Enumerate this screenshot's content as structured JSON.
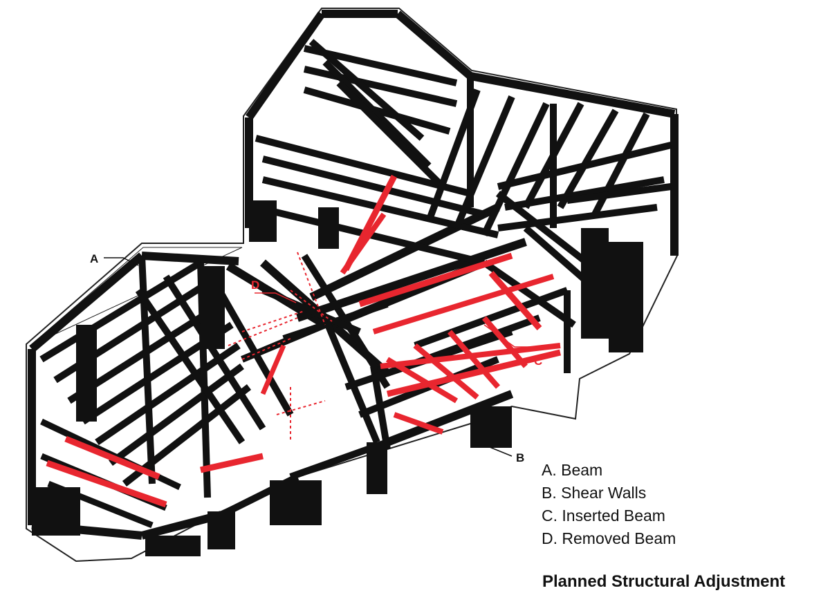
{
  "diagram": {
    "title": "Planned Structural Adjustment",
    "callouts": [
      {
        "id": "a",
        "letter": "A",
        "color": "#111111"
      },
      {
        "id": "b",
        "letter": "B",
        "color": "#111111"
      },
      {
        "id": "c",
        "letter": "C",
        "color": "#e8262f"
      },
      {
        "id": "d",
        "letter": "D",
        "color": "#e8262f"
      }
    ],
    "legend": [
      {
        "letter": "A",
        "label": "A. Beam"
      },
      {
        "letter": "B",
        "label": "B. Shear Walls"
      },
      {
        "letter": "C",
        "label": "C. Inserted Beam"
      },
      {
        "letter": "D",
        "label": "D. Removed Beam"
      }
    ],
    "colors": {
      "structure": "#111111",
      "inserted_beam": "#e8262f",
      "removed_beam": "#e8262f",
      "outline": "#333333",
      "background": "#ffffff"
    }
  }
}
